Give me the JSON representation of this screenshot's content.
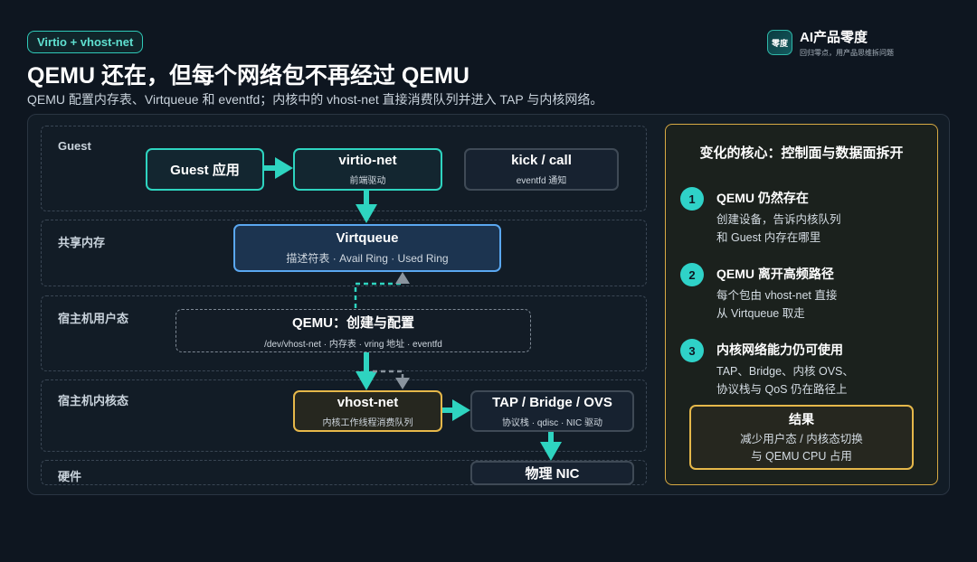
{
  "header": {
    "tag": "Virtio + vhost-net",
    "title": "QEMU 还在，但每个网络包不再经过 QEMU",
    "subtitle": "QEMU 配置内存表、Virtqueue 和 eventfd；内核中的 vhost-net 直接消费队列并进入 TAP 与内核网络。"
  },
  "brand": {
    "logo_text": "零度",
    "name": "AI产品零度",
    "slogan": "回归零点，用产品思维拆问题"
  },
  "lanes": [
    {
      "label": "Guest"
    },
    {
      "label": "共享内存"
    },
    {
      "label": "宿主机用户态"
    },
    {
      "label": "宿主机内核态"
    },
    {
      "label": "硬件"
    }
  ],
  "boxes": {
    "guest_app": {
      "main": "Guest 应用"
    },
    "virtio_net": {
      "main": "virtio-net",
      "sub": "前端驱动"
    },
    "kick_call": {
      "main": "kick / call",
      "sub": "eventfd 通知"
    },
    "virtqueue": {
      "main": "Virtqueue",
      "sub": "描述符表 · Avail Ring · Used Ring"
    },
    "qemu": {
      "main": "QEMU：创建与配置",
      "sub": "/dev/vhost-net · 内存表 · vring 地址 · eventfd"
    },
    "vhost_net": {
      "main": "vhost-net",
      "sub": "内核工作线程消费队列"
    },
    "tap": {
      "main": "TAP / Bridge / OVS",
      "sub": "协议栈 · qdisc · NIC 驱动"
    },
    "nic": {
      "main": "物理 NIC"
    }
  },
  "side": {
    "title": "变化的核心：控制面与数据面拆开",
    "points": [
      {
        "num": "1",
        "title": "QEMU 仍然存在",
        "desc_1": "创建设备，告诉内核队列",
        "desc_2": "和 Guest 内存在哪里"
      },
      {
        "num": "2",
        "title": "QEMU 离开高频路径",
        "desc_1": "每个包由 vhost-net 直接",
        "desc_2": "从 Virtqueue 取走"
      },
      {
        "num": "3",
        "title": "内核网络能力仍可使用",
        "desc_1": "TAP、Bridge、内核 OVS、",
        "desc_2": "协议栈与 QoS 仍在路径上"
      }
    ],
    "result": {
      "title": "结果",
      "desc_1": "减少用户态 / 内核态切换",
      "desc_2": "与 QEMU CPU 占用"
    }
  },
  "colors": {
    "teal": "#2ed4c0",
    "blue": "#5aa7f0",
    "yellow": "#e6b84a",
    "gray_arrow": "#8a949e",
    "background": "#0e1620"
  }
}
